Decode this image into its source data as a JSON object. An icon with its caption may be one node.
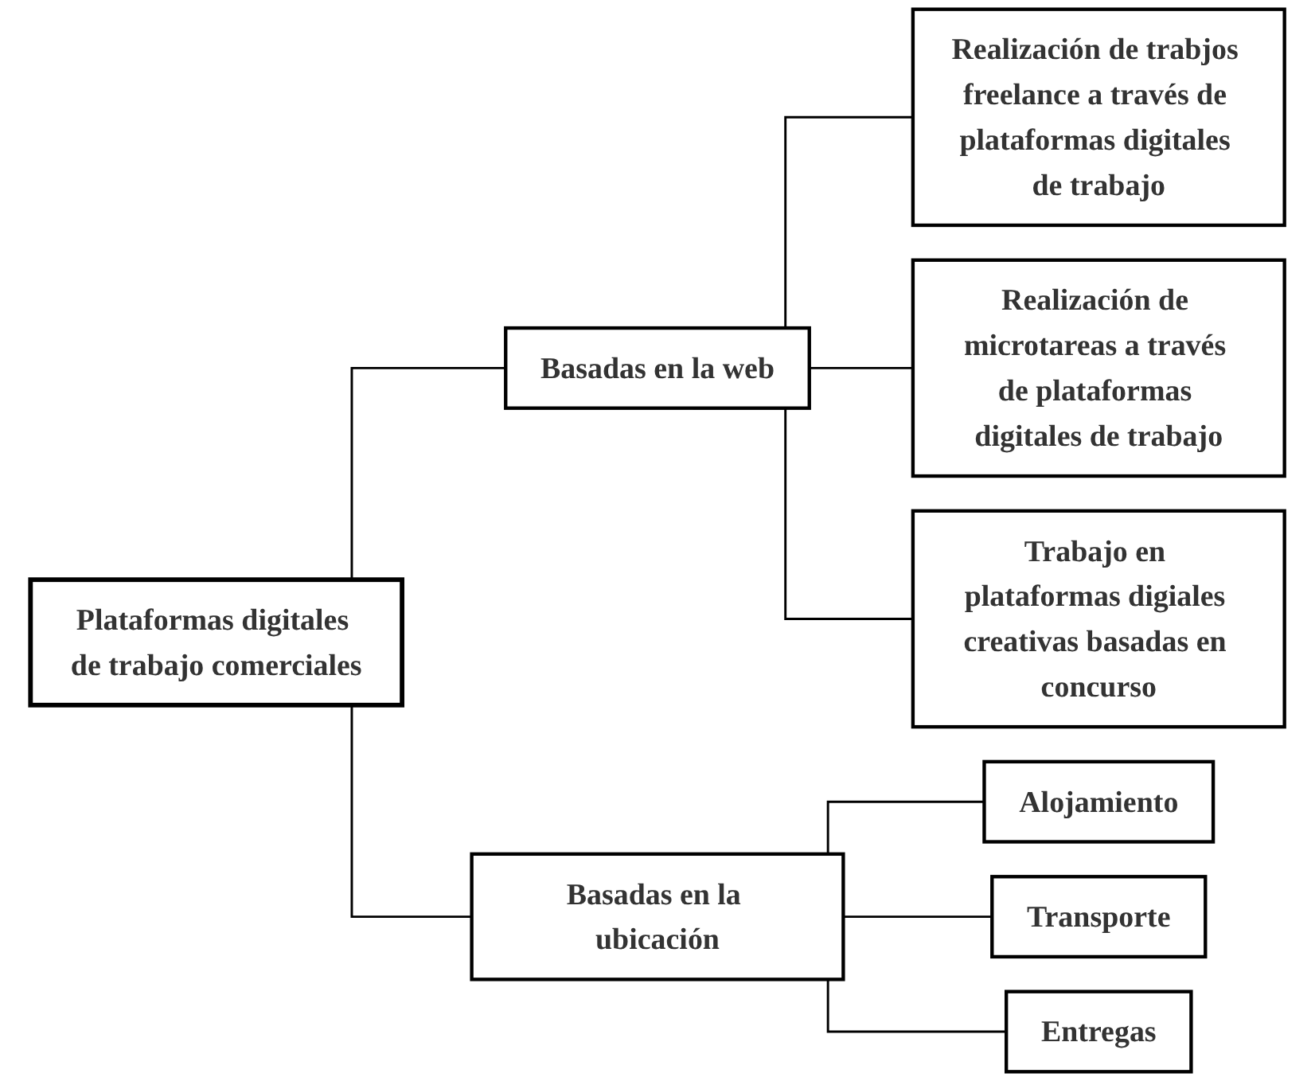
{
  "diagram": {
    "nodes": [
      {
        "text": [
          "Plataformas digitales de trabajo comerciales"
        ]
      },
      {
        "text": [
          "Basadas en la web"
        ]
      },
      {
        "text": [
          "Basadas en la ubicación"
        ]
      },
      {
        "text": [
          "Realización de trabjos freelance a través de plataformas digitales de trabajo"
        ]
      },
      {
        "text": [
          "Realización de microtareas a través de plataformas digitales de trabajo"
        ]
      },
      {
        "text": [
          "Trabajo en plataformas digiales creativas basadas en concurso"
        ]
      },
      {
        "text": [
          "Alojamiento"
        ]
      },
      {
        "text": [
          "Transporte"
        ]
      },
      {
        "text": [
          "Entregas"
        ]
      }
    ],
    "edges": [
      {
        "from": 0,
        "to": 1,
        "arrow": "none"
      },
      {
        "from": 0,
        "to": 2,
        "arrow": "none"
      },
      {
        "from": 1,
        "to": 3,
        "arrow": "none"
      },
      {
        "from": 1,
        "to": 4,
        "arrow": "none"
      },
      {
        "from": 1,
        "to": 5,
        "arrow": "none"
      },
      {
        "from": 2,
        "to": 6,
        "arrow": "none"
      },
      {
        "from": 2,
        "to": 7,
        "arrow": "none"
      },
      {
        "from": 2,
        "to": 8,
        "arrow": "none"
      }
    ]
  }
}
